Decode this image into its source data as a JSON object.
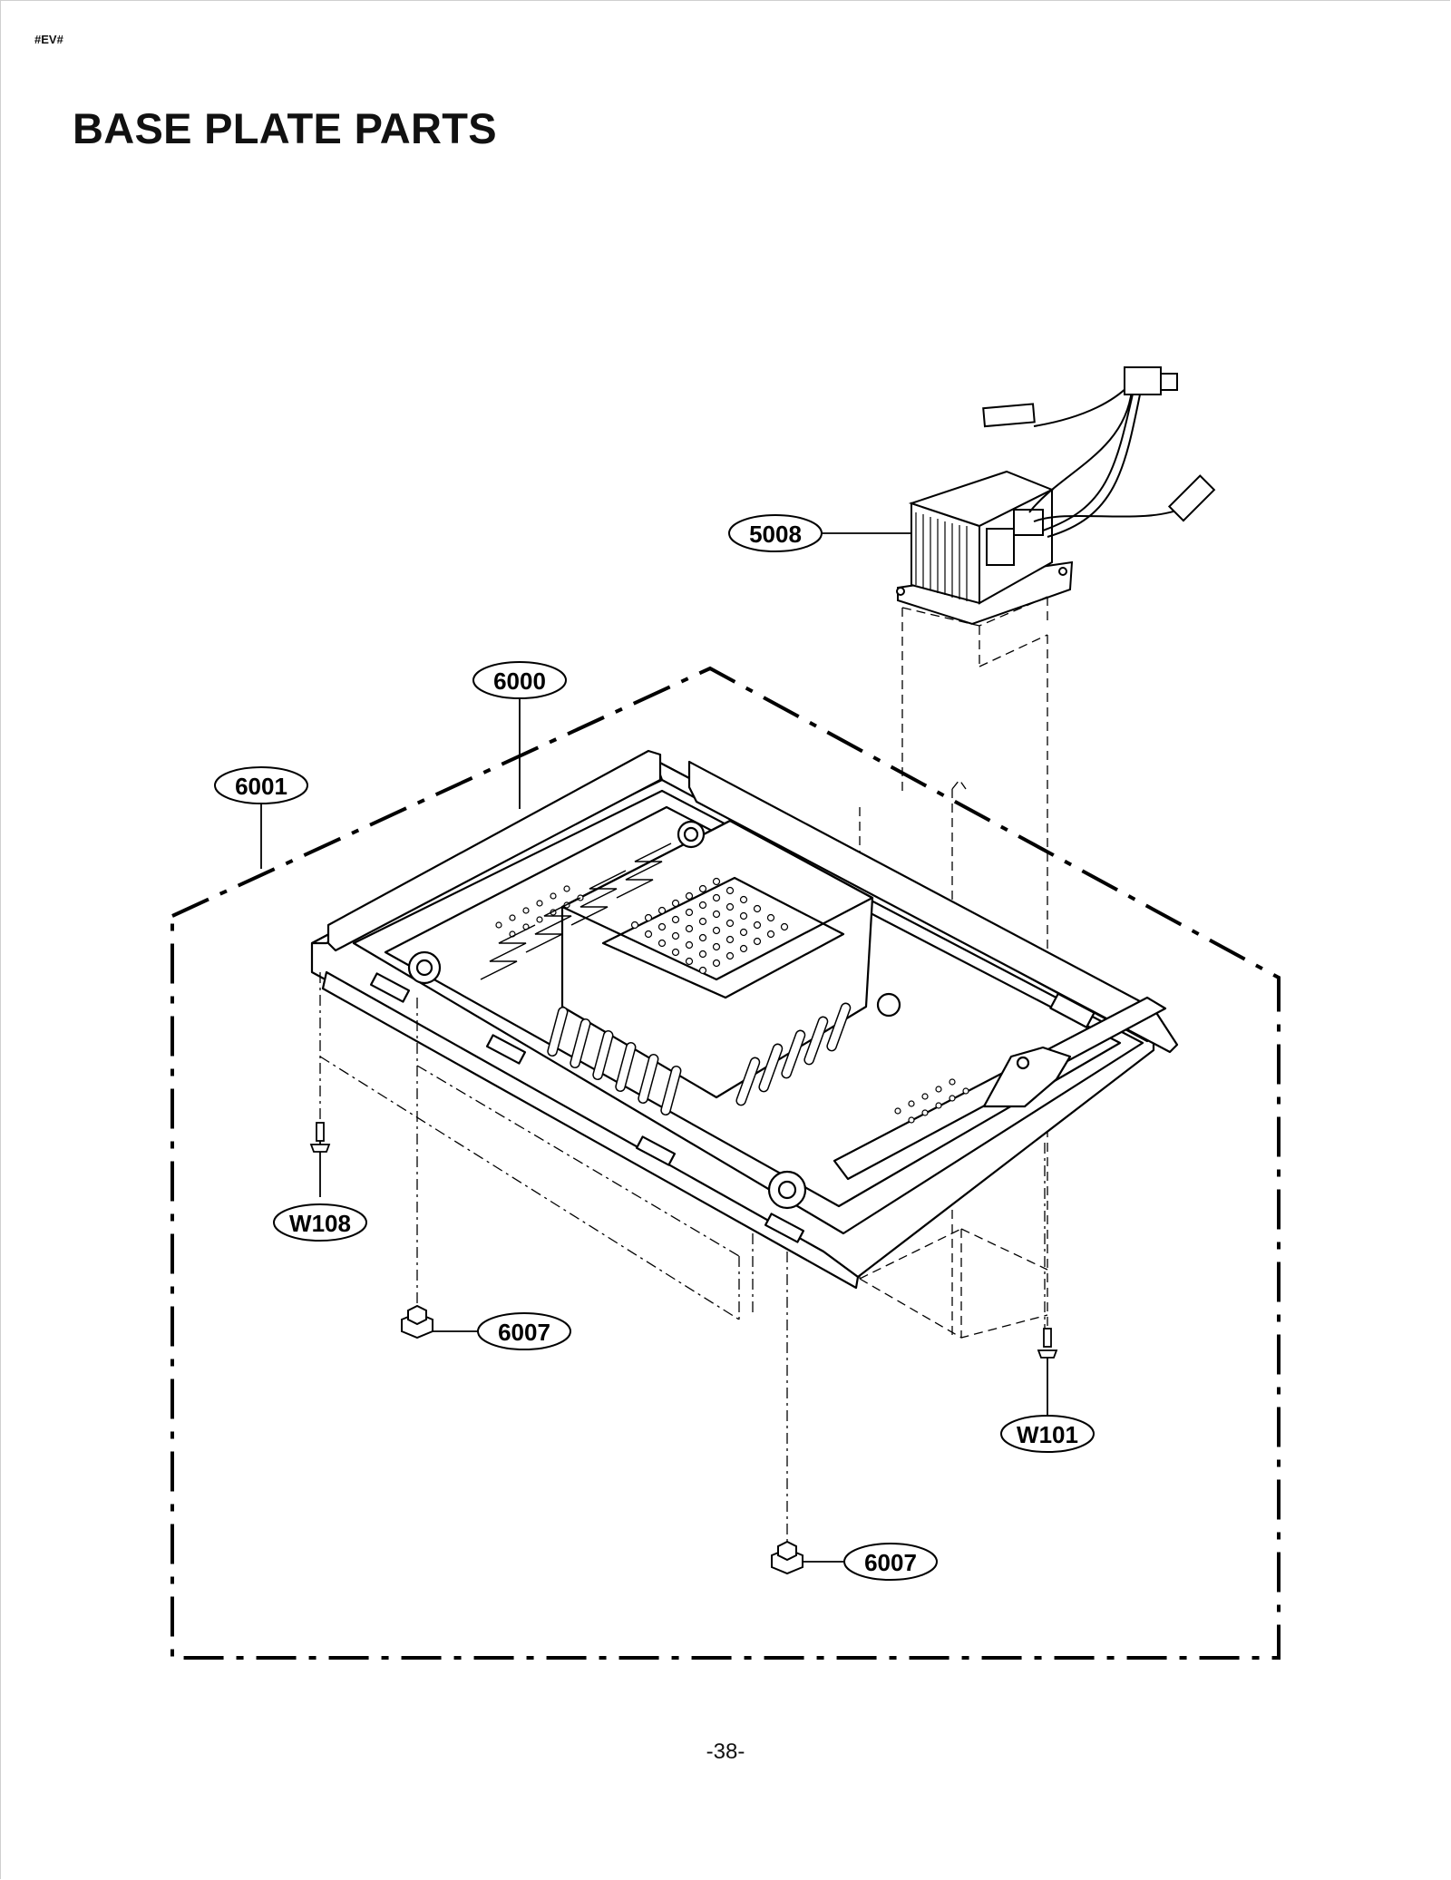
{
  "header": {
    "doc_code": "#EV#"
  },
  "title": "BASE PLATE PARTS",
  "footer": {
    "page_number": "-38-"
  },
  "callouts": {
    "transformer": "5008",
    "base_plate": "6000",
    "base_assembly": "6001",
    "screw_left": "W108",
    "screw_right": "W101",
    "foot_left": "6007",
    "foot_bottom": "6007"
  }
}
